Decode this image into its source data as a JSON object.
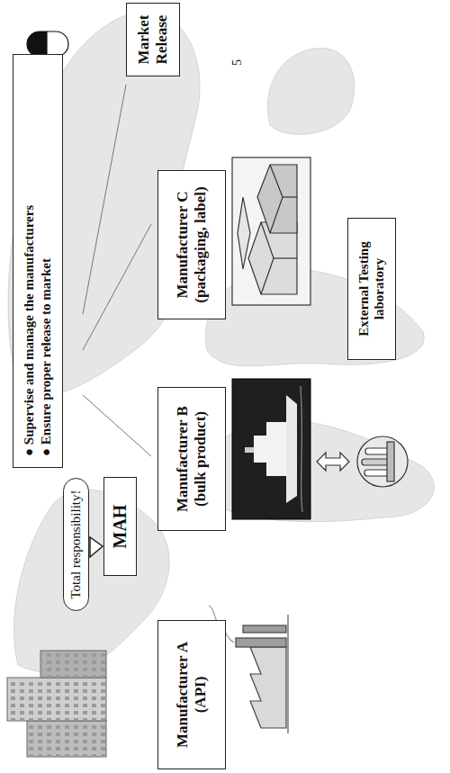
{
  "diagram": {
    "nodes": [
      {
        "text": [
          "Total responsibility!"
        ]
      },
      {
        "text": [
          "MAH"
        ]
      },
      {
        "text": [
          "● Supervise and manage the manufacturers",
          "● Ensure proper release to market"
        ]
      },
      {
        "text": [
          "Manufacturer A (API)"
        ]
      },
      {
        "text": [
          "Manufacturer B (bulk product)"
        ]
      },
      {
        "text": [
          "Manufacturer C (packaging, label)"
        ]
      },
      {
        "text": [
          "Market Release"
        ]
      },
      {
        "text": [
          "External Testing laboratory"
        ]
      }
    ],
    "edges": [
      {
        "from": 3,
        "to": 4,
        "arrow": "to"
      },
      {
        "from": 4,
        "to": 5,
        "arrow": "to"
      },
      {
        "from": 5,
        "to": 6,
        "arrow": "to"
      },
      {
        "from": 1,
        "to": 3,
        "arrow": "none"
      },
      {
        "from": 1,
        "to": 4,
        "arrow": "none"
      },
      {
        "from": 1,
        "to": 5,
        "arrow": "none"
      },
      {
        "from": 1,
        "to": 6,
        "arrow": "none"
      }
    ],
    "labels": [
      "5"
    ]
  }
}
